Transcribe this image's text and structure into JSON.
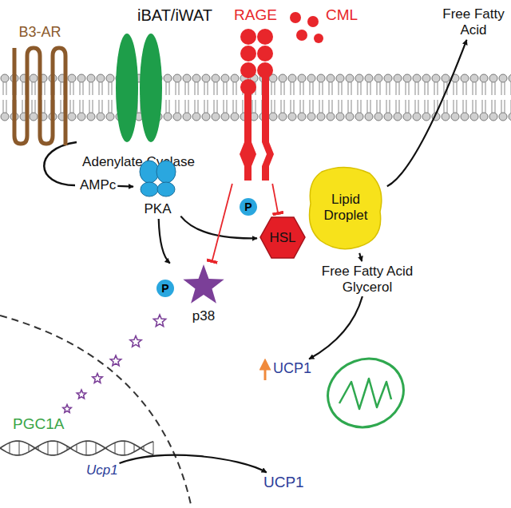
{
  "diagram": {
    "nodes": [
      {
        "text": [
          "B3-AR"
        ]
      },
      {
        "text": [
          "Adenylate Cyclase"
        ]
      },
      {
        "text": [
          "RAGE"
        ]
      },
      {
        "text": [
          "AMPc"
        ]
      },
      {
        "text": [
          "PKA"
        ]
      },
      {
        "text": [
          "p38"
        ]
      },
      {
        "text": [
          "HSL"
        ]
      },
      {
        "text": [
          "Lipid Droplet"
        ]
      },
      {
        "text": [
          "Free Fatty Acid"
        ]
      },
      {
        "text": [
          "Free Fatty Acid Glycerol"
        ]
      },
      {
        "text": [
          "UCP1"
        ]
      },
      {
        "text": [
          "Ucp1"
        ]
      },
      {
        "text": [
          "UCP1"
        ]
      }
    ],
    "edges": [
      {
        "from": 3,
        "to": 4,
        "arrow": "to"
      },
      {
        "from": 4,
        "to": 5,
        "arrow": "to"
      },
      {
        "from": 4,
        "to": 6,
        "arrow": "to"
      },
      {
        "from": 2,
        "to": 5,
        "arrow": "to"
      },
      {
        "from": 2,
        "to": 6,
        "arrow": "to"
      },
      {
        "from": 7,
        "to": 8,
        "arrow": "to"
      },
      {
        "from": 7,
        "to": 9,
        "arrow": "to"
      },
      {
        "from": 9,
        "to": 10,
        "arrow": "to"
      },
      {
        "from": 11,
        "to": 12,
        "arrow": "to"
      }
    ],
    "labels": [
      "iBAT/iWAT",
      "CML",
      "P",
      "P",
      "PGC1A"
    ]
  }
}
